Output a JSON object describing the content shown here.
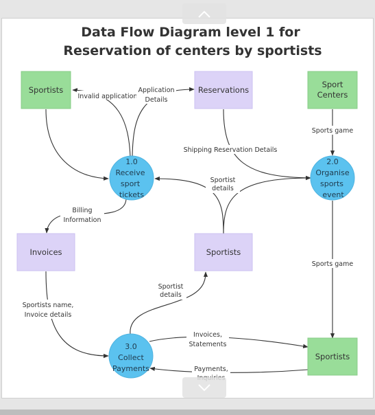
{
  "title": {
    "line1": "Data Flow Diagram level 1 for",
    "line2": "Reservation of centers by sportists"
  },
  "colors": {
    "entity": "#99dd99",
    "store": "#dcd3f7",
    "process": "#5bc2ef",
    "edge": "#333333"
  },
  "entities": {
    "sportists_top": "Sportists",
    "sport_centers": [
      "Sport",
      "Centers"
    ],
    "sportists_bottom": "Sportists"
  },
  "stores": {
    "reservations": "Reservations",
    "invoices": "Invoices",
    "sportists_mid": "Sportists"
  },
  "processes": {
    "p1": [
      "1.0",
      "Receive",
      "sport",
      "tickets"
    ],
    "p2": [
      "2.0",
      "Organise",
      "sports",
      "event"
    ],
    "p3": [
      "3.0",
      "Collect",
      "Payments"
    ]
  },
  "flows": {
    "invalid_application": "Invalid application",
    "application_details": [
      "Application",
      "Details"
    ],
    "shipping_reservation_details": "Shipping Reservation Details",
    "sports_game_top": "Sports game",
    "sportist_details_mid": [
      "Sportist",
      "details"
    ],
    "billing_information": [
      "Billing",
      "Information"
    ],
    "sports_game_right": "Sports game",
    "sportists_name_invoice": [
      "Sportists name,",
      "Invoice details"
    ],
    "sportist_details_low": [
      "Sportist",
      "details"
    ],
    "invoices_statements": [
      "Invoices,",
      "Statements"
    ],
    "payments_inquiries": [
      "Payments,",
      "Inquiries"
    ]
  }
}
